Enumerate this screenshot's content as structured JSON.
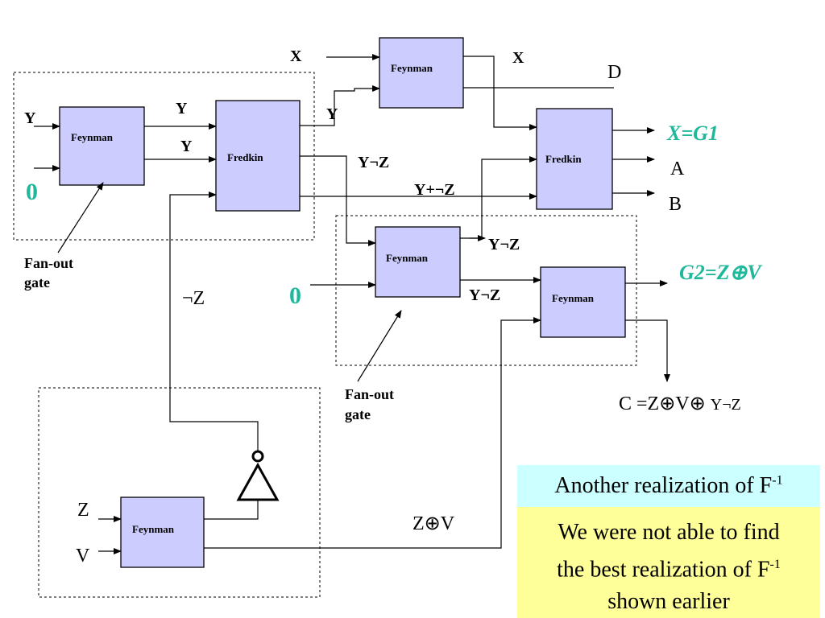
{
  "gates": {
    "feynman_fanout1": "Feynman",
    "fredkin_left": "Fredkin",
    "feynman_top": "Feynman",
    "fredkin_right": "Fredkin",
    "feynman_fanout2": "Feynman",
    "feynman_g2": "Feynman",
    "feynman_bottom": "Feynman"
  },
  "labels": {
    "x_in": "X",
    "x_out": "X",
    "d_out": "D",
    "y_in": "Y",
    "y_fan1": "Y",
    "y_fan2": "Y",
    "y_to_top": "Y",
    "y_not_z": "Y¬Z",
    "y_plus_not_z": "Y+¬Z",
    "y_not_z_2": "Y¬Z",
    "y_not_z_3": "Y¬Z",
    "zero1": "0",
    "zero2": "0",
    "not_z": "¬Z",
    "z_in": "Z",
    "v_in": "V",
    "z_xor_v": "Z⊕V",
    "a_out": "A",
    "b_out": "B",
    "g1": "X=G1",
    "g2": "G2=Z⊕V",
    "c_out_main": "C =Z⊕V⊕ ",
    "c_out_small": "Y¬Z",
    "fanout1_line1": "Fan-out",
    "fanout1_line2": "gate",
    "fanout2_line1": "Fan-out",
    "fanout2_line2": "gate"
  },
  "notes": {
    "realization": "Another realization of F",
    "realization_sup": "-1",
    "not_able_line1": "We were not able to find",
    "not_able_line2": "the best realization of F",
    "not_able_sup": "-1",
    "not_able_line3": "shown earlier"
  },
  "colors": {
    "gate_fill": "#ccccff",
    "accent_green": "#1fb89a",
    "cyan_box": "#ccffff",
    "yellow_box": "#ffff99"
  }
}
